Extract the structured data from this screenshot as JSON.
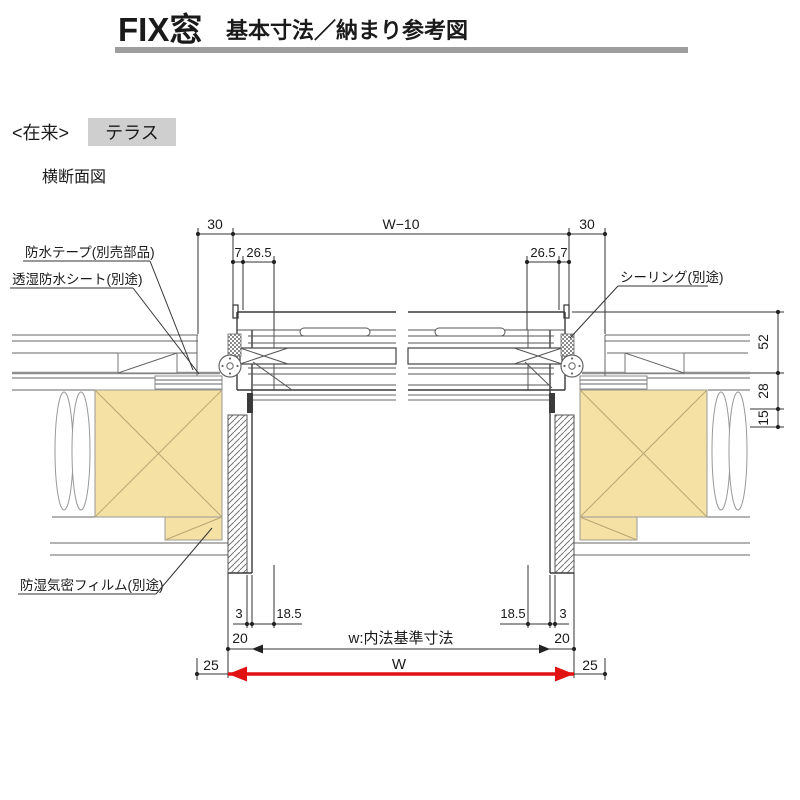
{
  "header": {
    "product": "FIX窓",
    "subtitle": "基本寸法／納まり参考図"
  },
  "labels": {
    "construction_type": "<在来>",
    "window_type": "テラス",
    "view_title": "横断面図"
  },
  "callouts": {
    "waterproof_tape": "防水テープ(別売部品)",
    "breathable_waterproof_sheet": "透湿防水シート(別途)",
    "sealing": "シーリング(別途)",
    "moisture_barrier_film": "防湿気密フィルム(別途)"
  },
  "dimensions": {
    "top": {
      "left_margin": "30",
      "frame_width": "W−10",
      "right_margin": "30",
      "left_fin": "7",
      "left_offset": "26.5",
      "right_offset": "26.5",
      "right_fin": "7"
    },
    "side": {
      "depth_outer": "52",
      "depth_mid": "28",
      "depth_inner": "15"
    },
    "bottom": {
      "left_gap": "3",
      "left_glass_offset": "18.5",
      "right_glass_offset": "18.5",
      "right_gap": "3",
      "left_frame": "20",
      "right_frame": "20",
      "inner_width_label": "w:内法基準寸法",
      "left_wall": "25",
      "right_wall": "25",
      "overall_width": "W"
    }
  },
  "colors": {
    "wood_fill": "#F6E1A4",
    "arrow_red": "#E01212",
    "tag_background": "#CFCFCF",
    "title_bar": "#9E9E9E"
  }
}
